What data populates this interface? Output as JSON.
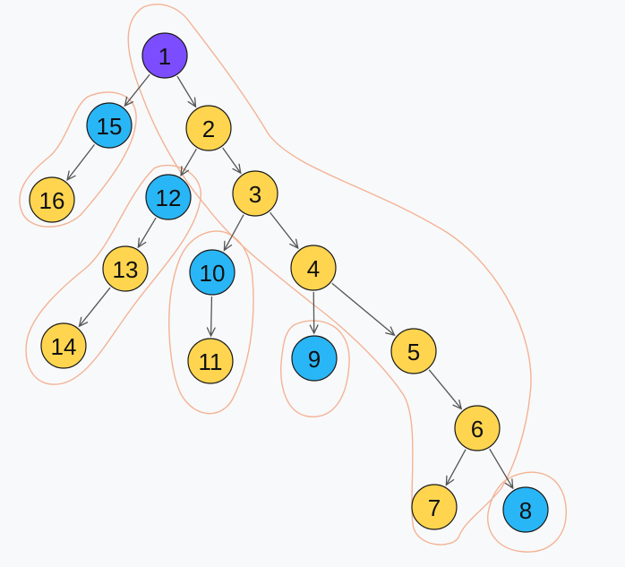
{
  "colors": {
    "root": "#7c4dff",
    "heavy": "#ffd54f",
    "light": "#29b6f6",
    "outline": "#f3b395",
    "edge": "#555555"
  },
  "nodes": [
    {
      "id": "1",
      "label": "1",
      "kind": "root"
    },
    {
      "id": "2",
      "label": "2",
      "kind": "heavy"
    },
    {
      "id": "3",
      "label": "3",
      "kind": "heavy"
    },
    {
      "id": "4",
      "label": "4",
      "kind": "heavy"
    },
    {
      "id": "5",
      "label": "5",
      "kind": "heavy"
    },
    {
      "id": "6",
      "label": "6",
      "kind": "heavy"
    },
    {
      "id": "7",
      "label": "7",
      "kind": "heavy"
    },
    {
      "id": "8",
      "label": "8",
      "kind": "light"
    },
    {
      "id": "9",
      "label": "9",
      "kind": "light"
    },
    {
      "id": "10",
      "label": "10",
      "kind": "light"
    },
    {
      "id": "11",
      "label": "11",
      "kind": "heavy"
    },
    {
      "id": "12",
      "label": "12",
      "kind": "light"
    },
    {
      "id": "13",
      "label": "13",
      "kind": "heavy"
    },
    {
      "id": "14",
      "label": "14",
      "kind": "heavy"
    },
    {
      "id": "15",
      "label": "15",
      "kind": "light"
    },
    {
      "id": "16",
      "label": "16",
      "kind": "heavy"
    }
  ],
  "edges": [
    {
      "from": "1",
      "to": "15"
    },
    {
      "from": "1",
      "to": "2"
    },
    {
      "from": "15",
      "to": "16"
    },
    {
      "from": "2",
      "to": "12"
    },
    {
      "from": "2",
      "to": "3"
    },
    {
      "from": "12",
      "to": "13"
    },
    {
      "from": "13",
      "to": "14"
    },
    {
      "from": "3",
      "to": "10"
    },
    {
      "from": "3",
      "to": "4"
    },
    {
      "from": "10",
      "to": "11"
    },
    {
      "from": "4",
      "to": "9"
    },
    {
      "from": "4",
      "to": "5"
    },
    {
      "from": "5",
      "to": "6"
    },
    {
      "from": "6",
      "to": "7"
    },
    {
      "from": "6",
      "to": "8"
    }
  ],
  "chains": [
    [
      "1",
      "2",
      "3",
      "4",
      "5",
      "6",
      "7"
    ],
    [
      "15",
      "16"
    ],
    [
      "12",
      "13",
      "14"
    ],
    [
      "10",
      "11"
    ],
    [
      "9"
    ],
    [
      "8"
    ]
  ]
}
